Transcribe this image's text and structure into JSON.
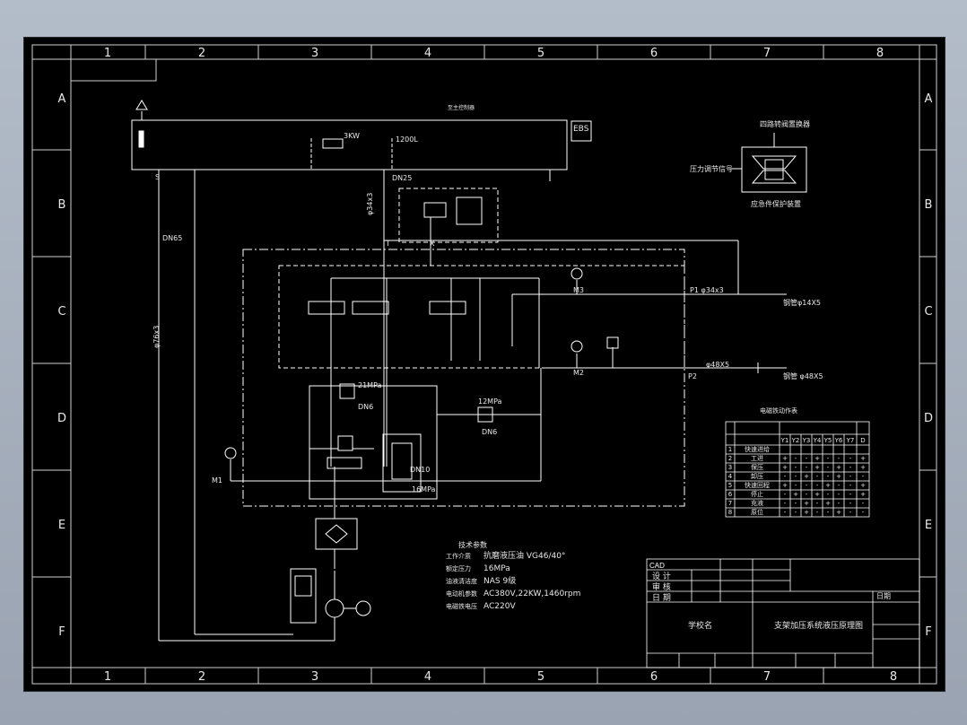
{
  "drawing": {
    "col_labels": [
      "1",
      "2",
      "3",
      "4",
      "5",
      "6",
      "7",
      "8"
    ],
    "row_labels": [
      "A",
      "B",
      "C",
      "D",
      "E",
      "F"
    ]
  },
  "labels": {
    "ebs": "EBS",
    "dn25": "DN25",
    "dn65": "DN65",
    "kw": "3KW",
    "l1200": "1200L",
    "p1": "P1 φ34x3",
    "p2": "P2",
    "d48": "φ48X5",
    "d34": "φ34x3",
    "d76": "φ76x3",
    "mp21": "21MPa",
    "mp12": "12MPa",
    "mp16": "16MPa",
    "dn6a": "DN6",
    "dn6b": "DN6",
    "dn10": "DN10",
    "out1": "钢管φ14X5",
    "out2": "钢管 φ48X5",
    "top_text": "至主控制器",
    "schematic_label": "四路转阀置换器",
    "schematic_bottom": "应急件保护装置",
    "schematic_left": "压力调节信号",
    "s": "S",
    "t": "T",
    "x": "X",
    "m1": "M1",
    "m2": "M2",
    "m3": "M3"
  },
  "specs": {
    "title": "技术参数",
    "rows": [
      {
        "k": "工作介质",
        "v": "抗磨液压油 VG46/40°"
      },
      {
        "k": "额定压力",
        "v": "16MPa"
      },
      {
        "k": "油液清洁度",
        "v": "NAS 9级"
      },
      {
        "k": "电动机参数",
        "v": "AC380V,22KW,1460rpm"
      },
      {
        "k": "电磁铁电压",
        "v": "AC220V"
      }
    ]
  },
  "table": {
    "title": "电磁铁动作表",
    "head": [
      "Y1",
      "Y2",
      "Y3",
      "Y4",
      "Y5",
      "Y6",
      "Y7",
      "D"
    ],
    "rows": [
      {
        "n": "1",
        "name": "快速进给",
        "v": [
          "",
          "",
          "",
          "",
          "",
          "",
          "",
          ""
        ]
      },
      {
        "n": "2",
        "name": "工进",
        "v": [
          "+",
          "-",
          "-",
          "+",
          "-",
          "-",
          "-",
          "+"
        ]
      },
      {
        "n": "3",
        "name": "保压",
        "v": [
          "+",
          "-",
          "-",
          "+",
          "-",
          "+",
          "-",
          "+"
        ]
      },
      {
        "n": "4",
        "name": "卸压",
        "v": [
          "-",
          "-",
          "+",
          "-",
          "-",
          "+",
          "-",
          "-"
        ]
      },
      {
        "n": "5",
        "name": "快速回程",
        "v": [
          "+",
          "-",
          "-",
          "-",
          "+",
          "-",
          "-",
          "+"
        ]
      },
      {
        "n": "6",
        "name": "停止",
        "v": [
          "-",
          "+",
          "-",
          "+",
          "-",
          "-",
          "-",
          "+"
        ]
      },
      {
        "n": "7",
        "name": "充液",
        "v": [
          "-",
          "-",
          "+",
          "-",
          "+",
          "-",
          "-",
          "-"
        ]
      },
      {
        "n": "8",
        "name": "原位",
        "v": [
          "-",
          "-",
          "+",
          "-",
          "-",
          "+",
          "-",
          "-"
        ]
      }
    ]
  },
  "title_block": {
    "cad": "CAD",
    "design": "设 计",
    "review": "审 核",
    "date": "日 期",
    "date2": "日期",
    "school": "学校名",
    "drawing_title": "支架加压系统液压原理图"
  },
  "colors": {
    "line": "#ffffff",
    "frame": "#cfcfcf"
  }
}
